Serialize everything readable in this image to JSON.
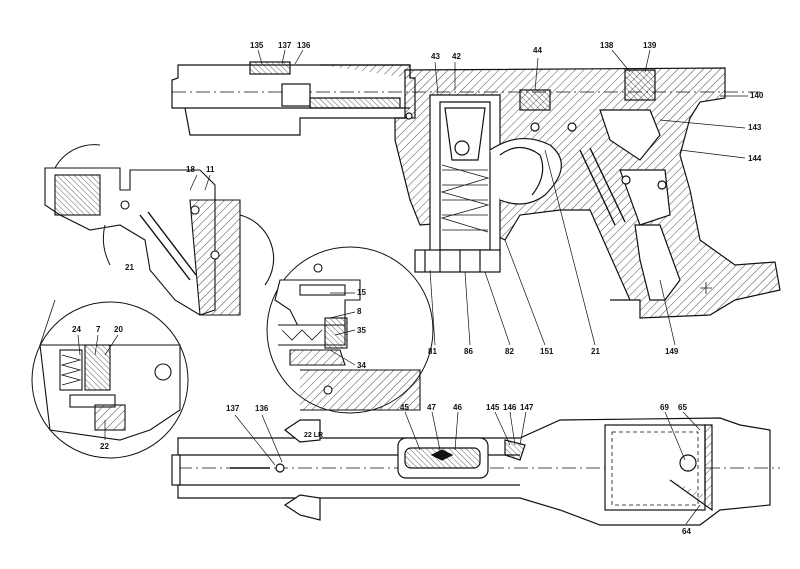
{
  "drawing": {
    "subject": "Pistol mechanism cross-section with detail insets and top view",
    "callouts": {
      "c135": "135",
      "c137a": "137",
      "c136a": "136",
      "c43": "43",
      "c42": "42",
      "c44": "44",
      "c138": "138",
      "c139": "139",
      "c140": "140",
      "c143": "143",
      "c144": "144",
      "c18": "18",
      "c11": "11",
      "c21a": "21",
      "c15": "15",
      "c8": "8",
      "c35": "35",
      "c34": "34",
      "c81": "81",
      "c86": "86",
      "c82": "82",
      "c151": "151",
      "c21b": "21",
      "c149": "149",
      "c24": "24",
      "c7": "7",
      "c20": "20",
      "c22": "22",
      "c137b": "137",
      "c136b": "136",
      "c45": "45",
      "c47": "47",
      "c46": "46",
      "c145": "145",
      "c146": "146",
      "c147": "147",
      "c69": "69",
      "c65": "65",
      "c64": "64"
    },
    "engraving": "22 LR"
  }
}
